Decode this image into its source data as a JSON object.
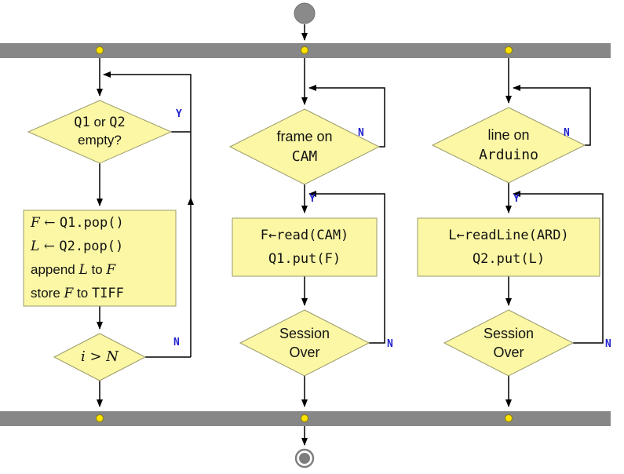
{
  "colors": {
    "node_fill": "#FBF7A5",
    "node_border": "#9B9B6B",
    "bar_gray": "#878787",
    "label_blue": "#2222CC",
    "dot_yellow": "#FFE300",
    "arrow_black": "#000000"
  },
  "labels": {
    "yes": "Y",
    "no": "N"
  },
  "col1": {
    "decision1": {
      "code1": "Q1",
      "mid": " or ",
      "code2": "Q2",
      "line2": "empty?"
    },
    "process": {
      "l1v": "F",
      "l1op": " ← ",
      "l1c": "Q1.pop()",
      "l2v": "L",
      "l2op": " ← ",
      "l2c": "Q2.pop()",
      "l3a": "append ",
      "l3v": "L",
      "l3b": " to ",
      "l3v2": "F",
      "l4a": "store ",
      "l4v": "F",
      "l4b": " to ",
      "l4c": "TIFF"
    },
    "decision2": {
      "v1": "i",
      "op": " > ",
      "v2": "N"
    }
  },
  "col2": {
    "decision1": {
      "line1": "frame on",
      "line2": "CAM"
    },
    "process": {
      "line1": "F←read(CAM)",
      "line2": "Q1.put(F)"
    },
    "decision2": {
      "line1": "Session",
      "line2": "Over"
    }
  },
  "col3": {
    "decision1": {
      "line1": "line on",
      "line2": "Arduino"
    },
    "process": {
      "line1": "L←readLine(ARD)",
      "line2": "Q2.put(L)"
    },
    "decision2": {
      "line1": "Session",
      "line2": "Over"
    }
  }
}
